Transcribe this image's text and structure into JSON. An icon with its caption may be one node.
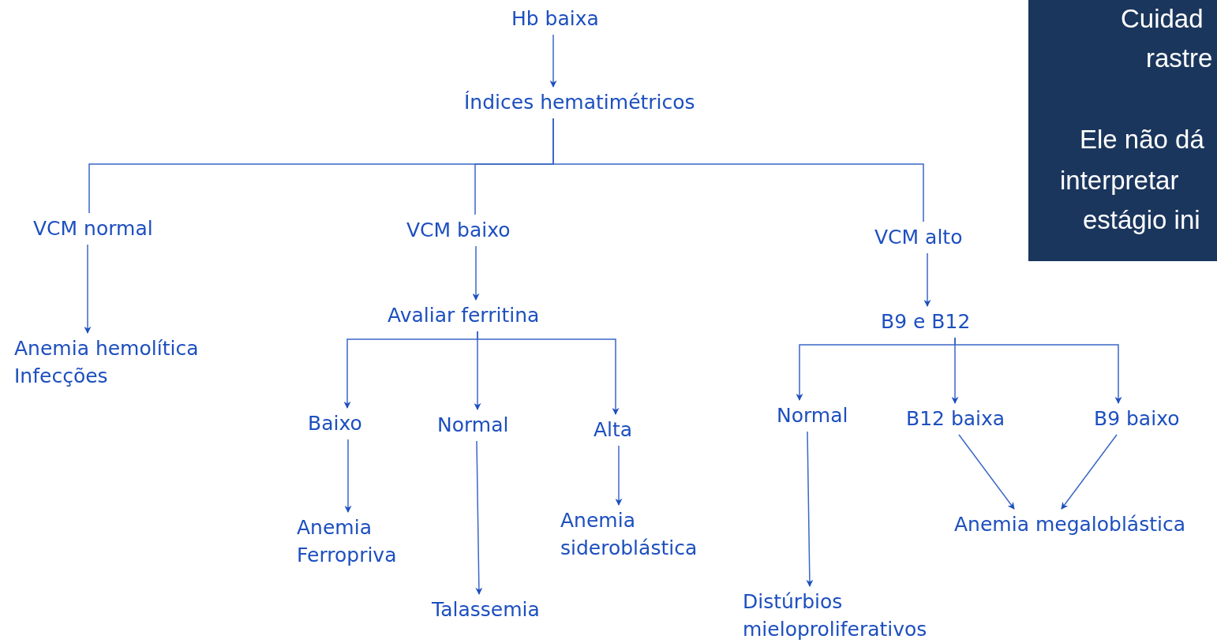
{
  "diagram": {
    "nodes": [
      {
        "text": [
          "Hb baixa"
        ]
      },
      {
        "text": [
          "Índices hematimétricos"
        ]
      },
      {
        "text": [
          "VCM normal"
        ]
      },
      {
        "text": [
          "VCM baixo"
        ]
      },
      {
        "text": [
          "VCM alto"
        ]
      },
      {
        "text": [
          "Anemia hemolítica",
          "Infecções"
        ]
      },
      {
        "text": [
          "Avaliar ferritina"
        ]
      },
      {
        "text": [
          "B9 e B12"
        ]
      },
      {
        "text": [
          "Baixo"
        ]
      },
      {
        "text": [
          "Normal"
        ]
      },
      {
        "text": [
          "Alta"
        ]
      },
      {
        "text": [
          "Normal"
        ]
      },
      {
        "text": [
          "B12 baixa"
        ]
      },
      {
        "text": [
          "B9 baixo"
        ]
      },
      {
        "text": [
          "Anemia Ferropriva"
        ]
      },
      {
        "text": [
          "Anemia sideroblástica"
        ]
      },
      {
        "text": [
          "Anemia megaloblástica"
        ]
      },
      {
        "text": [
          "Talassemia"
        ]
      },
      {
        "text": [
          "Distúrbios mieloproliferativos"
        ]
      },
      {
        "text": [
          "Cuidad",
          "rastre",
          "Ele não dá",
          "interpretar",
          "estágio ini"
        ]
      }
    ],
    "edges": [
      {
        "from": 0,
        "to": 1,
        "arrow": "to"
      },
      {
        "from": 1,
        "to": 2,
        "arrow": "none"
      },
      {
        "from": 1,
        "to": 3,
        "arrow": "none"
      },
      {
        "from": 1,
        "to": 4,
        "arrow": "none"
      },
      {
        "from": 2,
        "to": 5,
        "arrow": "to"
      },
      {
        "from": 3,
        "to": 6,
        "arrow": "to"
      },
      {
        "from": 6,
        "to": 8,
        "arrow": "to"
      },
      {
        "from": 6,
        "to": 9,
        "arrow": "to"
      },
      {
        "from": 6,
        "to": 10,
        "arrow": "to"
      },
      {
        "from": 4,
        "to": 7,
        "arrow": "to"
      },
      {
        "from": 7,
        "to": 11,
        "arrow": "to"
      },
      {
        "from": 7,
        "to": 12,
        "arrow": "to"
      },
      {
        "from": 7,
        "to": 13,
        "arrow": "to"
      },
      {
        "from": 8,
        "to": 14,
        "arrow": "to"
      },
      {
        "from": 9,
        "to": 17,
        "arrow": "to"
      },
      {
        "from": 10,
        "to": 15,
        "arrow": "to"
      },
      {
        "from": 11,
        "to": 18,
        "arrow": "to"
      },
      {
        "from": 12,
        "to": 16,
        "arrow": "to"
      },
      {
        "from": 13,
        "to": 16,
        "arrow": "to"
      }
    ]
  }
}
